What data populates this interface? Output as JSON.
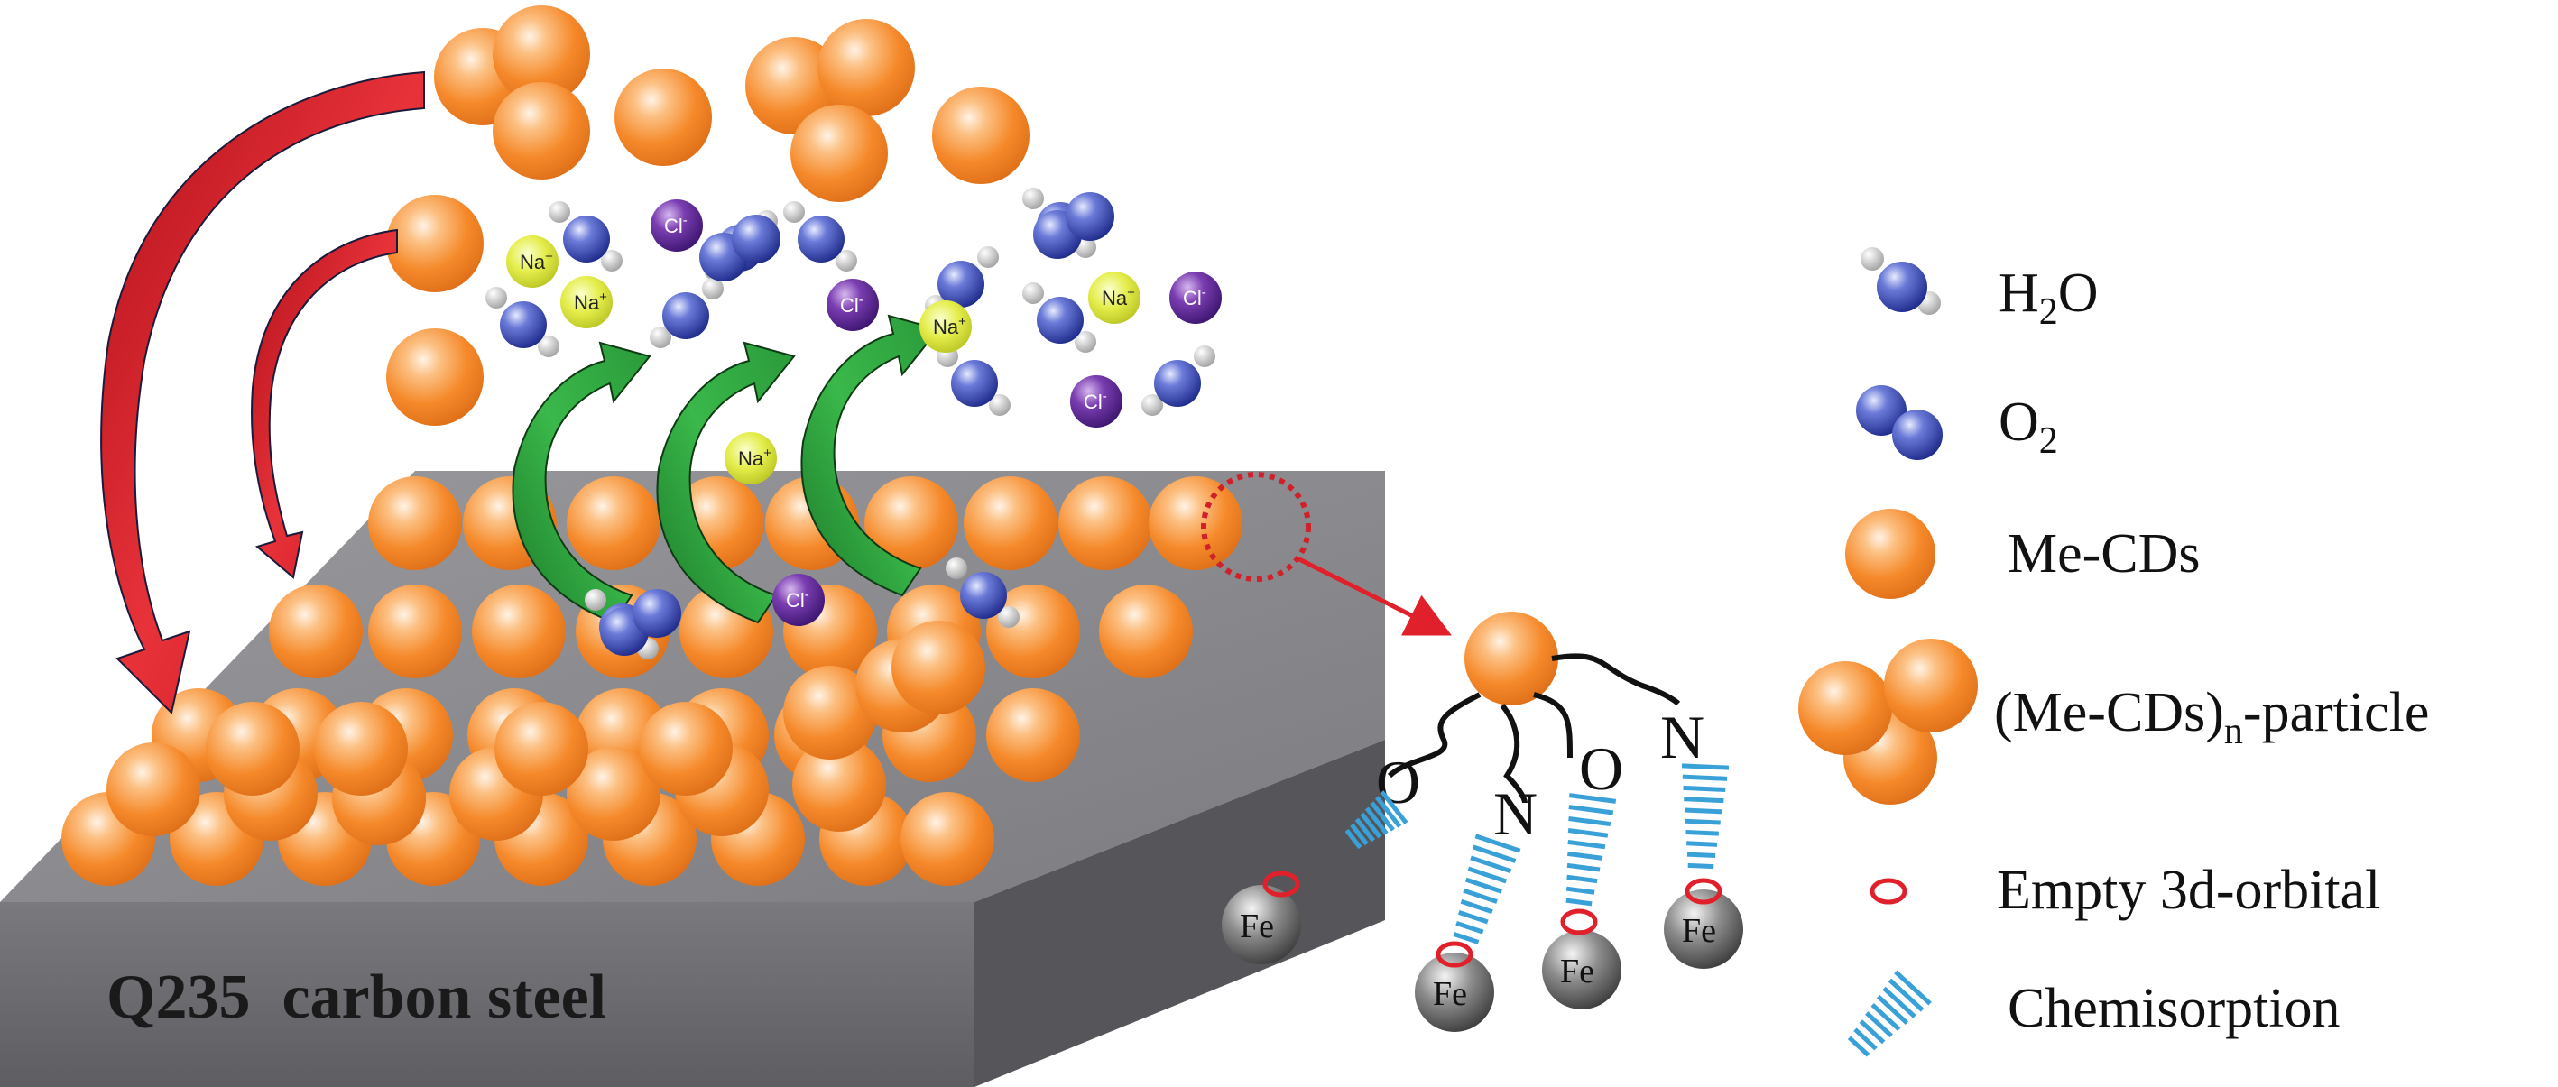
{
  "substrate": {
    "label": "Q235  carbon steel"
  },
  "ions": {
    "sodium": "Na",
    "sodium_charge": "+",
    "chloride": "Cl",
    "chloride_charge": "-"
  },
  "bonding": {
    "heteroatoms": [
      "O",
      "N",
      "O",
      "N"
    ],
    "metal": "Fe"
  },
  "legend": {
    "water": {
      "main": "H",
      "sub": "2",
      "tail": "O"
    },
    "oxygen": {
      "main": "O",
      "sub": "2"
    },
    "cd": "Me-CDs",
    "particle": {
      "main": "(Me-CDs)",
      "sub": "n",
      "tail": "-particle"
    },
    "orbital": "Empty 3d-orbital",
    "chemisorption": "Chemisorption"
  },
  "colors": {
    "steel_top": "#8a8a8e",
    "steel_front": "#6e6e72",
    "steel_side": "#59595d",
    "sphere_orange": "#f58a2a",
    "sphere_light": "#fff2e2",
    "water_blue": "#2e3aa8",
    "sodium_yellow": "#e4ed4a",
    "chloride_purple": "#5a2a8a",
    "arrow_red": "#d0202a",
    "arrow_green": "#2a9a3a",
    "chemisorption_blue": "#3aa0d8",
    "orbital_red": "#e0202a"
  }
}
